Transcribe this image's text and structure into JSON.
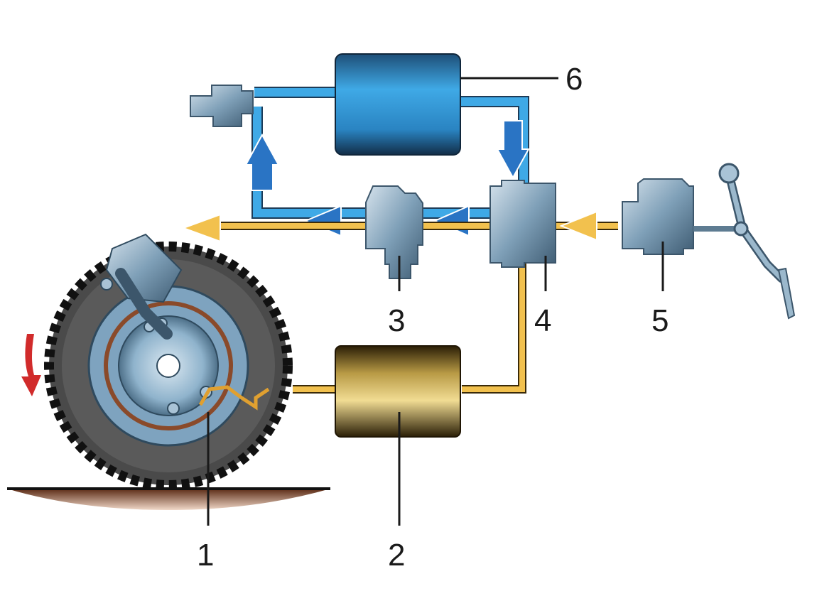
{
  "labels": {
    "l1": "1",
    "l2": "2",
    "l3": "3",
    "l4": "4",
    "l5": "5",
    "l6": "6"
  },
  "colors": {
    "air_line": "#3fa9e6",
    "air_dark": "#1d3b57",
    "control_line": "#f2c14e",
    "modulator_gold": "#d8bd6a",
    "modulator_dark": "#2a1e06",
    "valve_steel": "#6f8fa6",
    "tire": "#3a3a3a",
    "wheel_blue": "#7ea3bf",
    "rotation_arrow": "#d12b2b",
    "ground": "#9a5a3c"
  },
  "icons": [
    "rotation-arrow-icon",
    "flow-arrow-icon",
    "brake-pedal-icon",
    "wheel-speed-sensor-icon"
  ]
}
